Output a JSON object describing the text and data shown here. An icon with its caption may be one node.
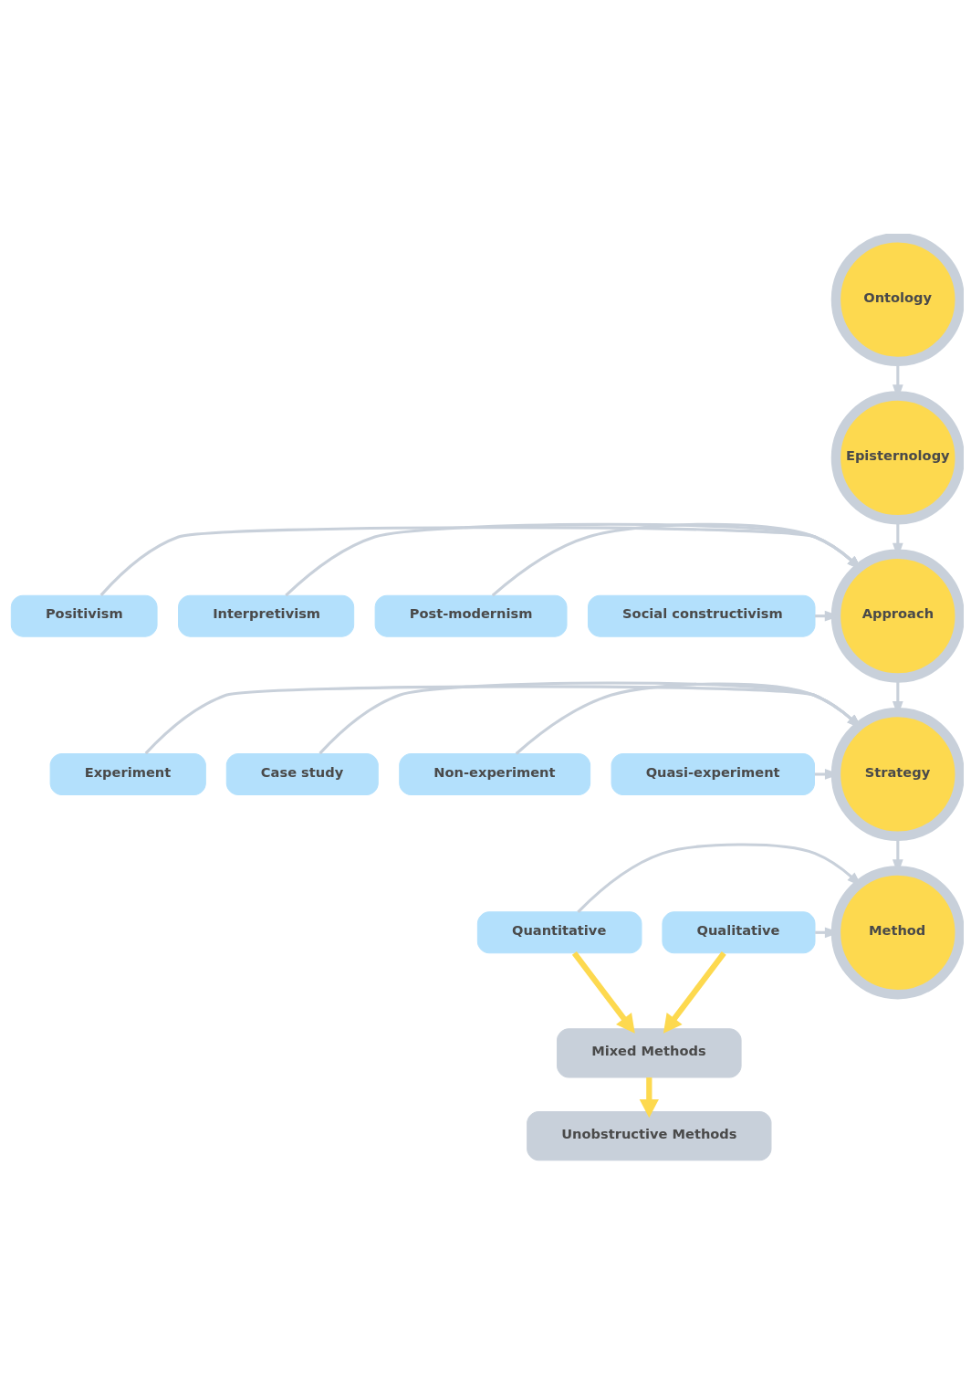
{
  "diagram": {
    "nodes": [
      {
        "text": [
          "Ontology"
        ]
      },
      {
        "text": [
          "Episternology"
        ]
      },
      {
        "text": [
          "Approach"
        ]
      },
      {
        "text": [
          "Positivism"
        ]
      },
      {
        "text": [
          "Interpretivism"
        ]
      },
      {
        "text": [
          "Post-modernism"
        ]
      },
      {
        "text": [
          "Social constructivism"
        ]
      },
      {
        "text": [
          "Strategy"
        ]
      },
      {
        "text": [
          "Experiment"
        ]
      },
      {
        "text": [
          "Case study"
        ]
      },
      {
        "text": [
          "Non-experiment"
        ]
      },
      {
        "text": [
          "Quasi-experiment"
        ]
      },
      {
        "text": [
          "Method"
        ]
      },
      {
        "text": [
          "Quantitative"
        ]
      },
      {
        "text": [
          "Qualitative"
        ]
      },
      {
        "text": [
          "Mixed Methods"
        ]
      },
      {
        "text": [
          "Unobstructive Methods"
        ]
      }
    ],
    "edges": [
      {
        "from": 0,
        "to": 1,
        "arrow": "to"
      },
      {
        "from": 1,
        "to": 2,
        "arrow": "to"
      },
      {
        "from": 3,
        "to": 2,
        "arrow": "to"
      },
      {
        "from": 4,
        "to": 2,
        "arrow": "to"
      },
      {
        "from": 5,
        "to": 2,
        "arrow": "to"
      },
      {
        "from": 6,
        "to": 2,
        "arrow": "to"
      },
      {
        "from": 2,
        "to": 7,
        "arrow": "to"
      },
      {
        "from": 8,
        "to": 7,
        "arrow": "to"
      },
      {
        "from": 9,
        "to": 7,
        "arrow": "to"
      },
      {
        "from": 10,
        "to": 7,
        "arrow": "to"
      },
      {
        "from": 11,
        "to": 7,
        "arrow": "to"
      },
      {
        "from": 7,
        "to": 12,
        "arrow": "to"
      },
      {
        "from": 13,
        "to": 12,
        "arrow": "to"
      },
      {
        "from": 14,
        "to": 12,
        "arrow": "to"
      },
      {
        "from": 13,
        "to": 15,
        "arrow": "to",
        "style": "thick",
        "color": "#fdd94f"
      },
      {
        "from": 14,
        "to": 15,
        "arrow": "to",
        "style": "thick",
        "color": "#fdd94f"
      },
      {
        "from": 15,
        "to": 16,
        "arrow": "to",
        "style": "thick",
        "color": "#fdd94f"
      }
    ]
  }
}
